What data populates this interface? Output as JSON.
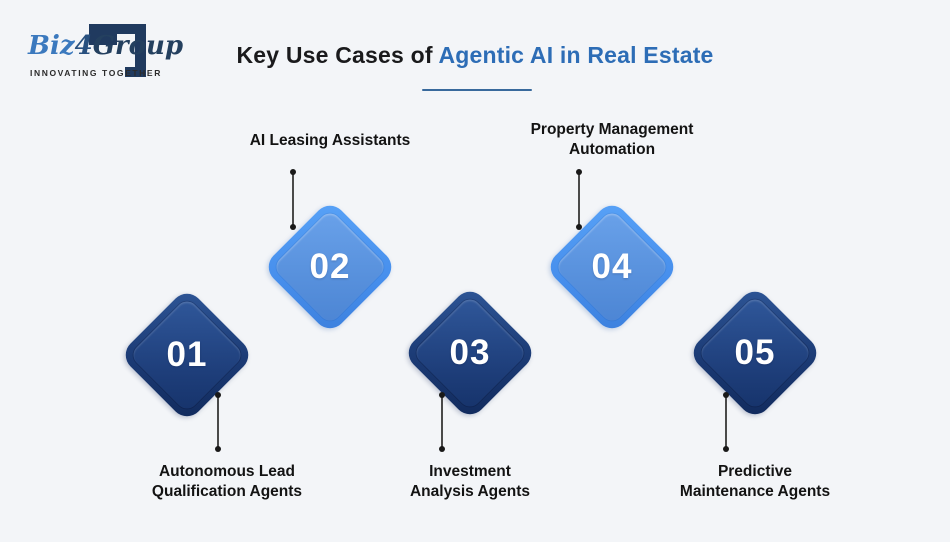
{
  "brand": {
    "name": "Biz4Group",
    "name_parts": [
      "Biz",
      "4",
      "Group"
    ],
    "tagline": "INNOVATING TOGETHER"
  },
  "header": {
    "title_prefix": "Key Use Cases of ",
    "title_highlight": "Agentic AI in Real Estate"
  },
  "steps": [
    {
      "number": "01",
      "variant": "dark",
      "label": "Autonomous Lead Qualification Agents",
      "lines": [
        "Autonomous Lead",
        "Qualification Agents"
      ],
      "label_position": "bottom"
    },
    {
      "number": "02",
      "variant": "light",
      "label": "AI Leasing Assistants",
      "lines": [
        "AI Leasing Assistants"
      ],
      "label_position": "top"
    },
    {
      "number": "03",
      "variant": "dark",
      "label": "Investment Analysis Agents",
      "lines": [
        "Investment",
        "Analysis Agents"
      ],
      "label_position": "bottom"
    },
    {
      "number": "04",
      "variant": "light",
      "label": "Property Management Automation",
      "lines": [
        "Property Management",
        "Automation"
      ],
      "label_position": "top"
    },
    {
      "number": "05",
      "variant": "dark",
      "label": "Predictive Maintenance Agents",
      "lines": [
        "Predictive",
        "Maintenance Agents"
      ],
      "label_position": "bottom"
    }
  ],
  "colors": {
    "background": "#f3f5f8",
    "accent_blue": "#2d6db6",
    "title_dark": "#1a1a1c",
    "dark_diamond": "#1d3c74",
    "light_diamond": "#4d95ee",
    "connector": "#4a4a4a",
    "brand_blue": "#3b79be",
    "brand_navy": "#24405f"
  }
}
